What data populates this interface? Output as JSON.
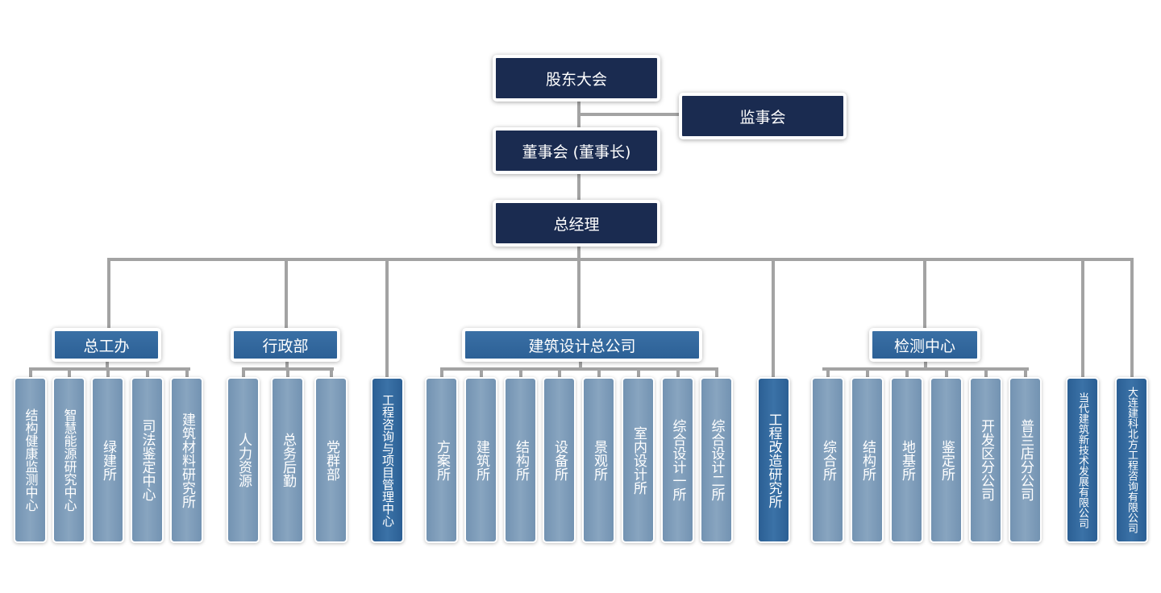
{
  "title": "组织架构图",
  "colors": {
    "top_node": "#1a2b50",
    "division_node": "#2f659a",
    "leaf_node": "#7d9bb8",
    "connector": "#a3a3a3"
  },
  "top": {
    "shareholders": "股东大会",
    "supervisors": "监事会",
    "board": "董事会 (董事长)",
    "gm": "总经理"
  },
  "divisions": [
    {
      "name": "总工办",
      "children": [
        "结构健康监测中心",
        "智慧能源研究中心",
        "绿建所",
        "司法鉴定中心",
        "建筑材料研究所"
      ]
    },
    {
      "name": "行政部",
      "children": [
        "人力资源",
        "总务后勤",
        "党群部"
      ]
    },
    {
      "name": "建筑设计总公司",
      "children": [
        "方案所",
        "建筑所",
        "结构所",
        "设备所",
        "景观所",
        "室内设计所",
        "综合设计一所",
        "综合设计二所"
      ]
    },
    {
      "name": "检测中心",
      "children": [
        "综合所",
        "结构所",
        "地基所",
        "鉴定所",
        "开发区分公司",
        "普兰店分公司"
      ]
    }
  ],
  "standalone": [
    "工程咨询与项目管理中心",
    "工程改造研究所",
    "当代建筑新技术发展有限公司",
    "大连建科北方工程咨询有限公司"
  ]
}
